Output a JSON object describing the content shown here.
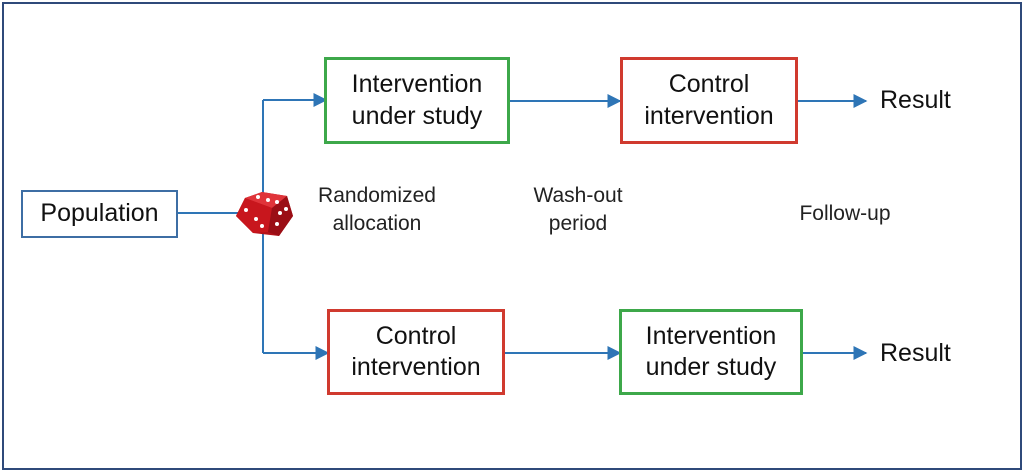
{
  "nodes": {
    "population": "Population",
    "top_first": "Intervention\nunder study",
    "top_second": "Control\nintervention",
    "bottom_first": "Control\nintervention",
    "bottom_second": "Intervention\nunder study"
  },
  "labels": {
    "randomized": "Randomized\nallocation",
    "washout": "Wash-out\nperiod",
    "followup": "Follow-up"
  },
  "results": {
    "top": "Result",
    "bottom": "Result"
  },
  "icons": {
    "dice": "dice-icon"
  },
  "colors": {
    "frame": "#2f4a7a",
    "arrow": "#2e75b6",
    "study_box": "#3da84a",
    "control_box": "#d03a2f",
    "population_box": "#3d6ea4",
    "dice": "#c8161d"
  }
}
